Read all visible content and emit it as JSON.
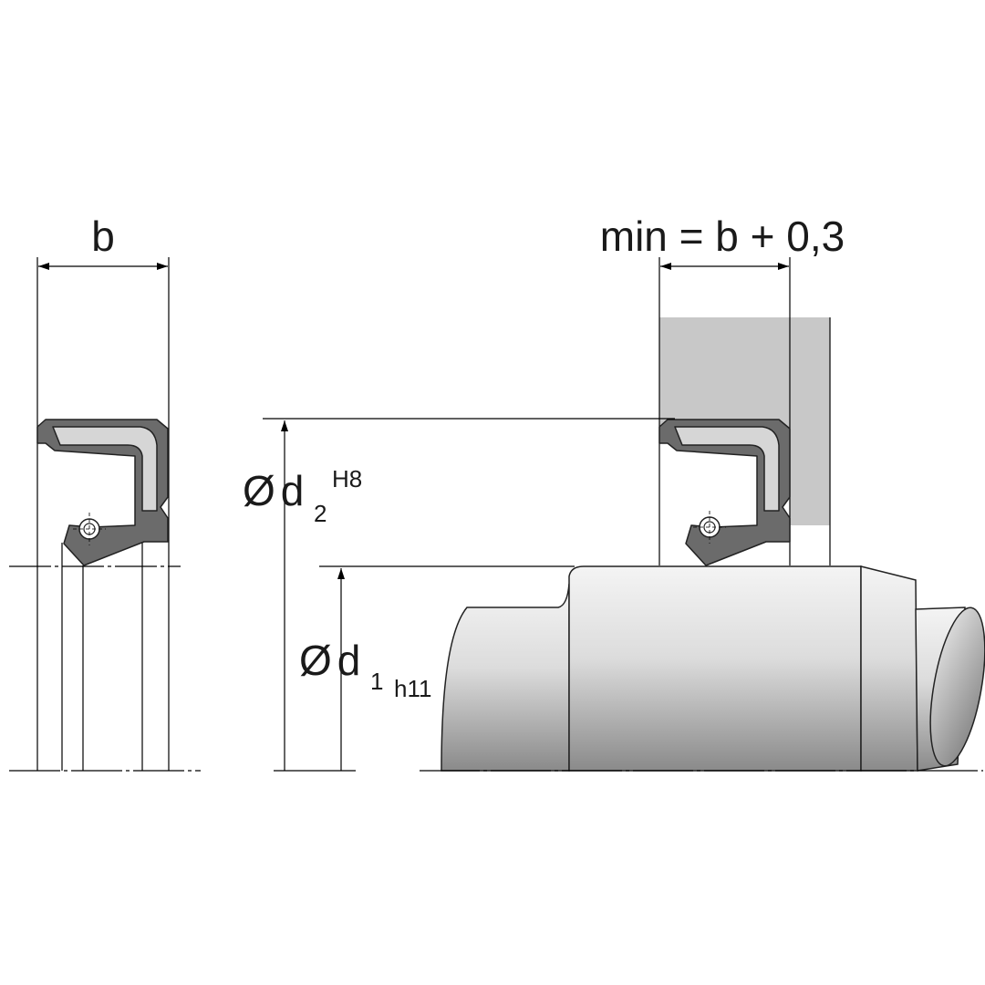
{
  "labels": {
    "width": "b",
    "groove_width": "min = b + 0,3",
    "bore_symbol": "Ø",
    "bore_letter": "d",
    "bore_index": "2",
    "bore_tolerance": "H8",
    "shaft_symbol": "Ø",
    "shaft_letter": "d",
    "shaft_index": "1",
    "shaft_tolerance": "h11"
  },
  "colors": {
    "seal_body": "#6b6b6b",
    "seal_insert": "#d6d6d6",
    "housing": "#c8c8c8",
    "shaft_light": "#f2f2f2",
    "shaft_dark": "#8c8c8c"
  }
}
